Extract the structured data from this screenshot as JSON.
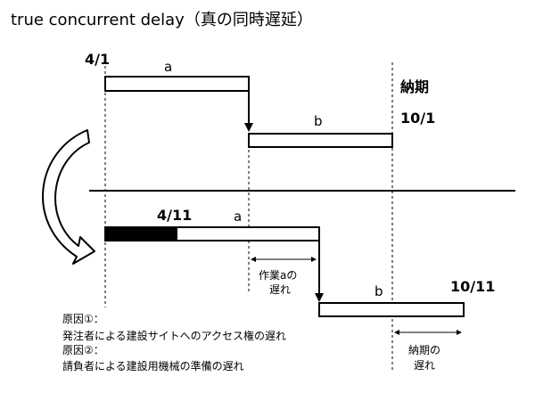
{
  "title": "true concurrent delay（真の同時遅延）",
  "plan": {
    "start_date": "4/1",
    "task_a": "a",
    "task_b": "b",
    "deadline_label": "納期",
    "deadline_date": "10/1"
  },
  "actual": {
    "delayed_start": "4/11",
    "task_a": "a",
    "task_b": "b",
    "finish_date": "10/11",
    "work_delay_line1": "作業aの",
    "work_delay_line2": "遅れ",
    "deadline_delay_line1": "納期の",
    "deadline_delay_line2": "遅れ"
  },
  "causes": {
    "cause1_label": "原因①：",
    "cause1_text": "発注者による建設サイトへのアクセス権の遅れ",
    "cause2_label": "原因②：",
    "cause2_text": "請負者による建設用機械の準備の遅れ"
  }
}
